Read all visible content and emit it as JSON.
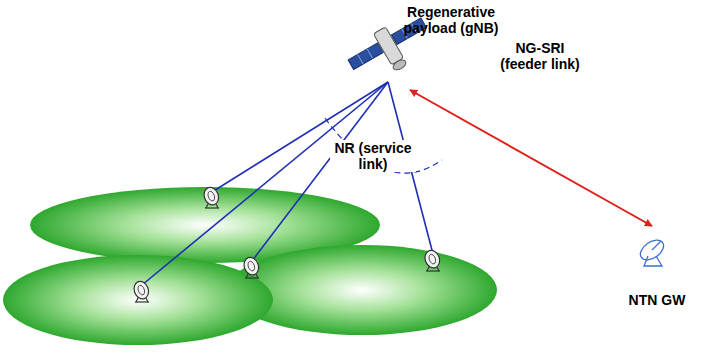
{
  "diagram": {
    "nodes": [
      {
        "text": [
          "Regenerative payload (gNB)"
        ]
      },
      {
        "text": [
          "NTN GW"
        ]
      }
    ],
    "edges": [
      {
        "from": 0,
        "to": 1,
        "arrow": "both",
        "label": "NG-SRI (feeder link)"
      }
    ],
    "labels": [
      "NR (service link)"
    ]
  }
}
